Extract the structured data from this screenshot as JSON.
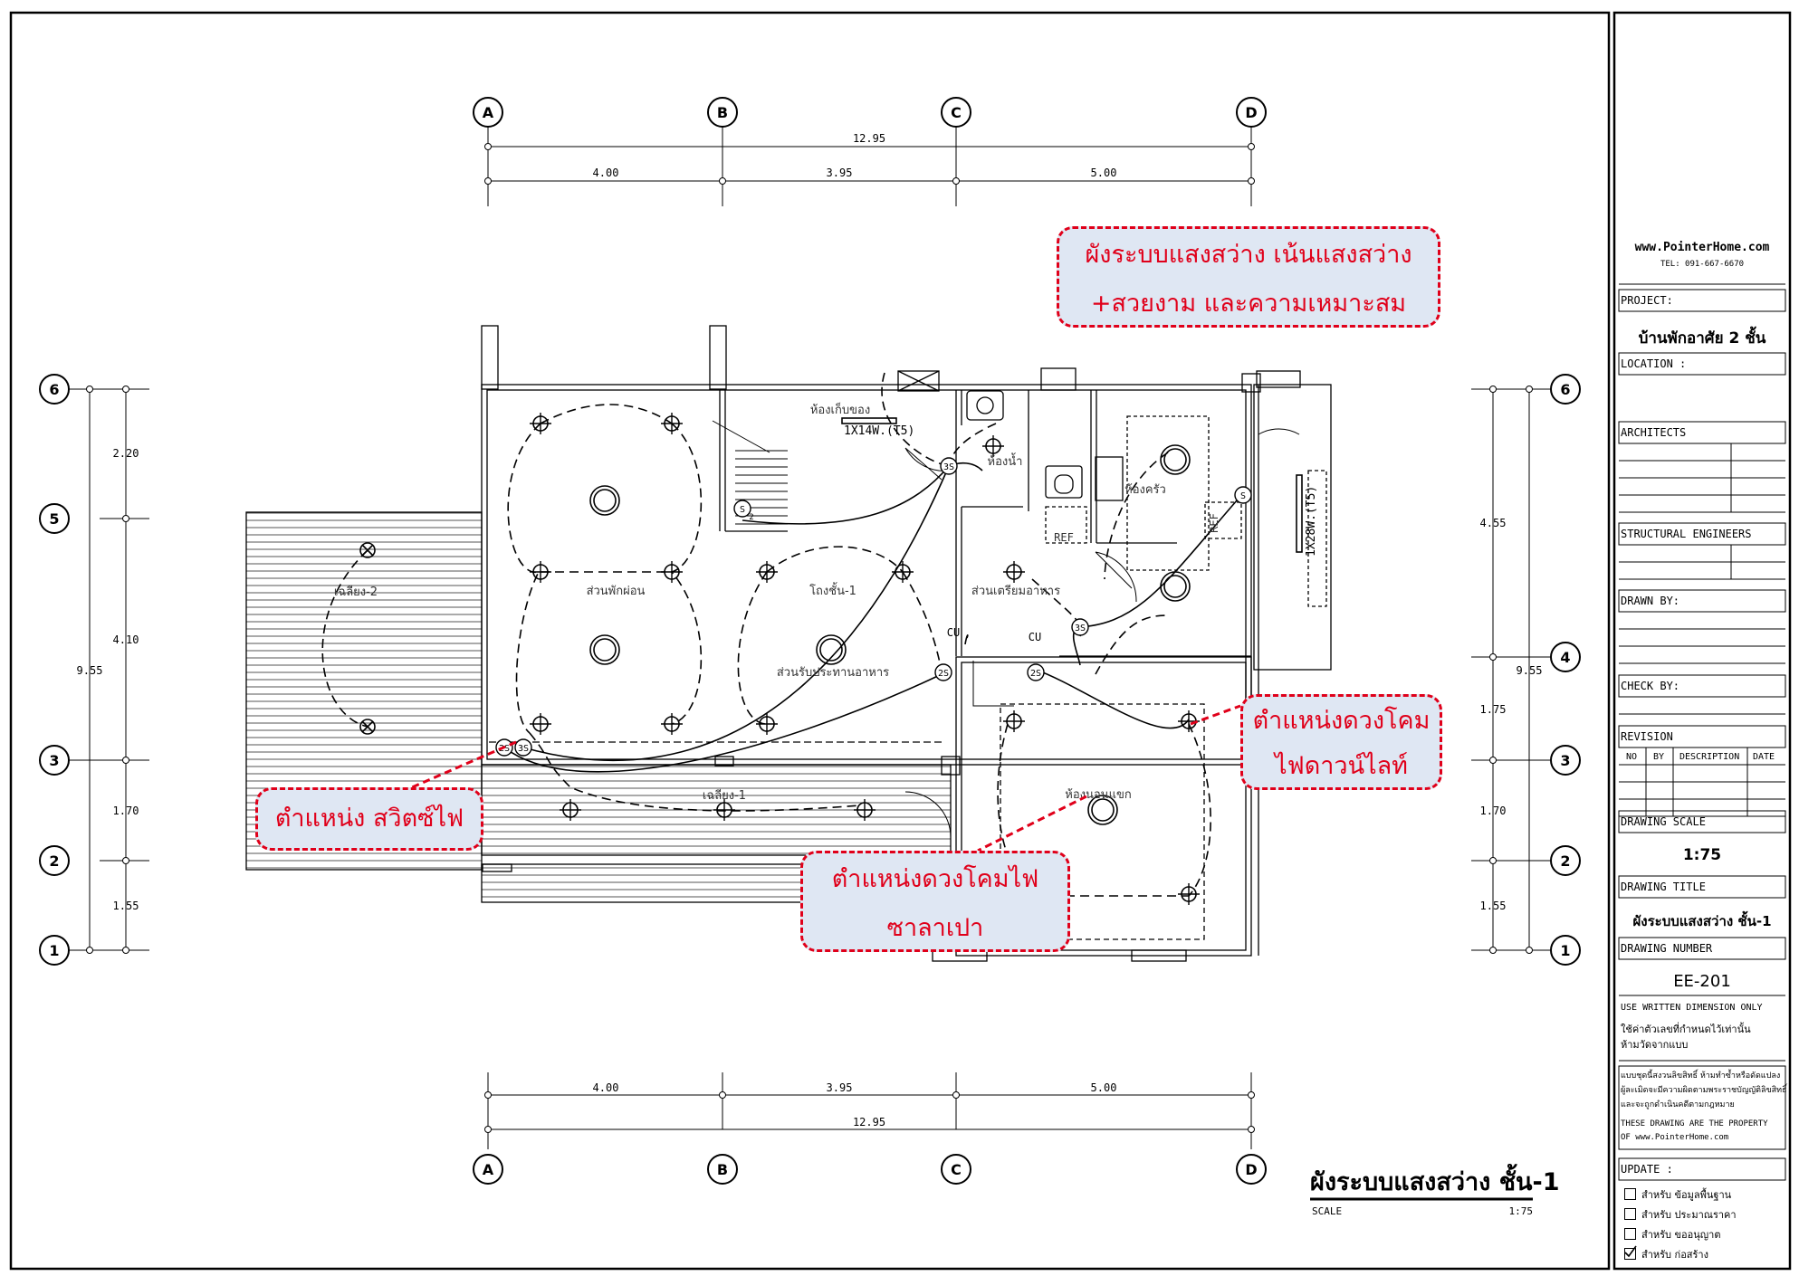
{
  "grid": {
    "columns": [
      "A",
      "B",
      "C",
      "D"
    ],
    "rows": [
      "6",
      "5",
      "4",
      "3",
      "2",
      "1"
    ]
  },
  "dimensions": {
    "top_total": "12.95",
    "top_segments": [
      "4.00",
      "3.95",
      "5.00"
    ],
    "bottom_total": "12.95",
    "bottom_segments": [
      "4.00",
      "3.95",
      "5.00"
    ],
    "left_total": "9.55",
    "left_segments": [
      "2.20",
      "4.10",
      "1.70",
      "1.55"
    ],
    "right_total": "9.55",
    "right_segments": [
      "4.55",
      "1.75",
      "1.70",
      "1.55"
    ]
  },
  "rooms": {
    "storage": "ห้องเก็บของ",
    "bath": "ห้องน้ำ",
    "kitchen": "ห้องครัว",
    "living": "ส่วนพักผ่อน",
    "hall": "โถงชั้น-1",
    "dining": "ส่วนรับประทานอาหาร",
    "prep": "ส่วนเตรียมอาหาร",
    "terrace_left": "เฉลียง-2",
    "terrace_bottom": "เฉลียง-1",
    "bedroom": "ห้องนอนแขก",
    "ref1": "REF",
    "ref2": "REF"
  },
  "fixtures": {
    "tube_storage": "1X14W.(T5)",
    "tube_kitchen": "1X28W.(T5)",
    "sw_3s": "3S",
    "sw_2s": "2S",
    "sw_s": "S",
    "cu": "CU",
    "s2_sub": "2"
  },
  "callouts": {
    "lighting_line1": "ผังระบบแสงสว่าง  เน้นแสงสว่าง",
    "lighting_line2": "+สวยงาม และความเหมาะสม",
    "switch": "ตำแหน่ง สวิตซ์ไฟ",
    "downlight_line1": "ตำแหน่งดวงโคม",
    "downlight_line2": "ไฟดาวน์ไลท์",
    "pendant_line1": "ตำแหน่งดวงโคมไฟ",
    "pendant_line2": "ซาลาเปา"
  },
  "drawing_title": {
    "title": "ผังระบบแสงสว่าง  ชั้น-1",
    "scale_label": "SCALE",
    "scale_value": "1:75"
  },
  "title_block": {
    "website": "www.PointerHome.com",
    "tel": "TEL: 091-667-6670",
    "project_label": "PROJECT:",
    "project_value": "บ้านพักอาศัย 2 ชั้น",
    "location_label": "LOCATION :",
    "architects_label": "ARCHITECTS",
    "structural_label": "STRUCTURAL ENGINEERS",
    "drawn_label": "DRAWN BY:",
    "check_label": "CHECK BY:",
    "revision_label": "REVISION",
    "revision_cols": [
      "NO",
      "BY",
      "DESCRIPTION",
      "DATE"
    ],
    "scale_label": "DRAWING SCALE",
    "scale_value": "1:75",
    "title_label": "DRAWING TITLE",
    "title_value": "ผังระบบแสงสว่าง  ชั้น-1",
    "number_label": "DRAWING NUMBER",
    "number_value": "EE-201",
    "note_en": "USE WRITTEN DIMENSION ONLY",
    "note_th1": "ใช้ค่าตัวเลขที่กำหนดไว้เท่านั้น",
    "note_th2": "ห้ามวัดจากแบบ",
    "copyright_th1": "แบบชุดนี้สงวนลิขสิทธิ์ ห้ามทำซ้ำหรือดัดแปลง",
    "copyright_th2": "ผู้ละเมิดจะมีความผิดตามพระราชบัญญัติลิขสิทธิ์",
    "copyright_th3": "และจะถูกดำเนินคดีตามกฎหมาย",
    "property_en1": "THESE DRAWING ARE THE PROPERTY",
    "property_en2": "OF www.PointerHome.com",
    "update_label": "UPDATE :",
    "update_items": [
      {
        "label": "สำหรับ ข้อมูลพื้นฐาน",
        "checked": false
      },
      {
        "label": "สำหรับ ประมาณราคา",
        "checked": false
      },
      {
        "label": "สำหรับ ขออนุญาต",
        "checked": false
      },
      {
        "label": "สำหรับ ก่อสร้าง",
        "checked": true
      }
    ]
  }
}
